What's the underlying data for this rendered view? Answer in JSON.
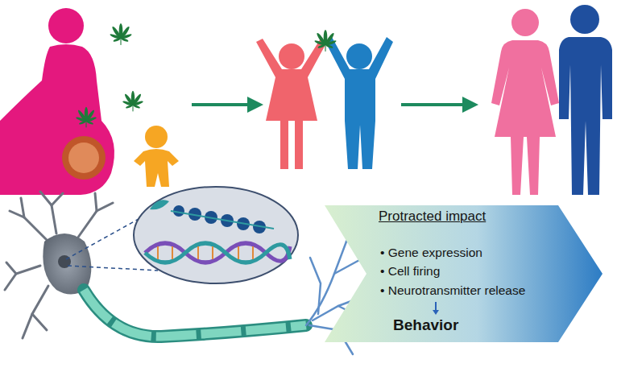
{
  "diagram": {
    "nodes": [
      {
        "text": [
          "Protracted impact",
          "• Gene expression",
          "• Cell firing",
          "• Neurotransmitter release",
          "Behavior"
        ]
      }
    ]
  }
}
